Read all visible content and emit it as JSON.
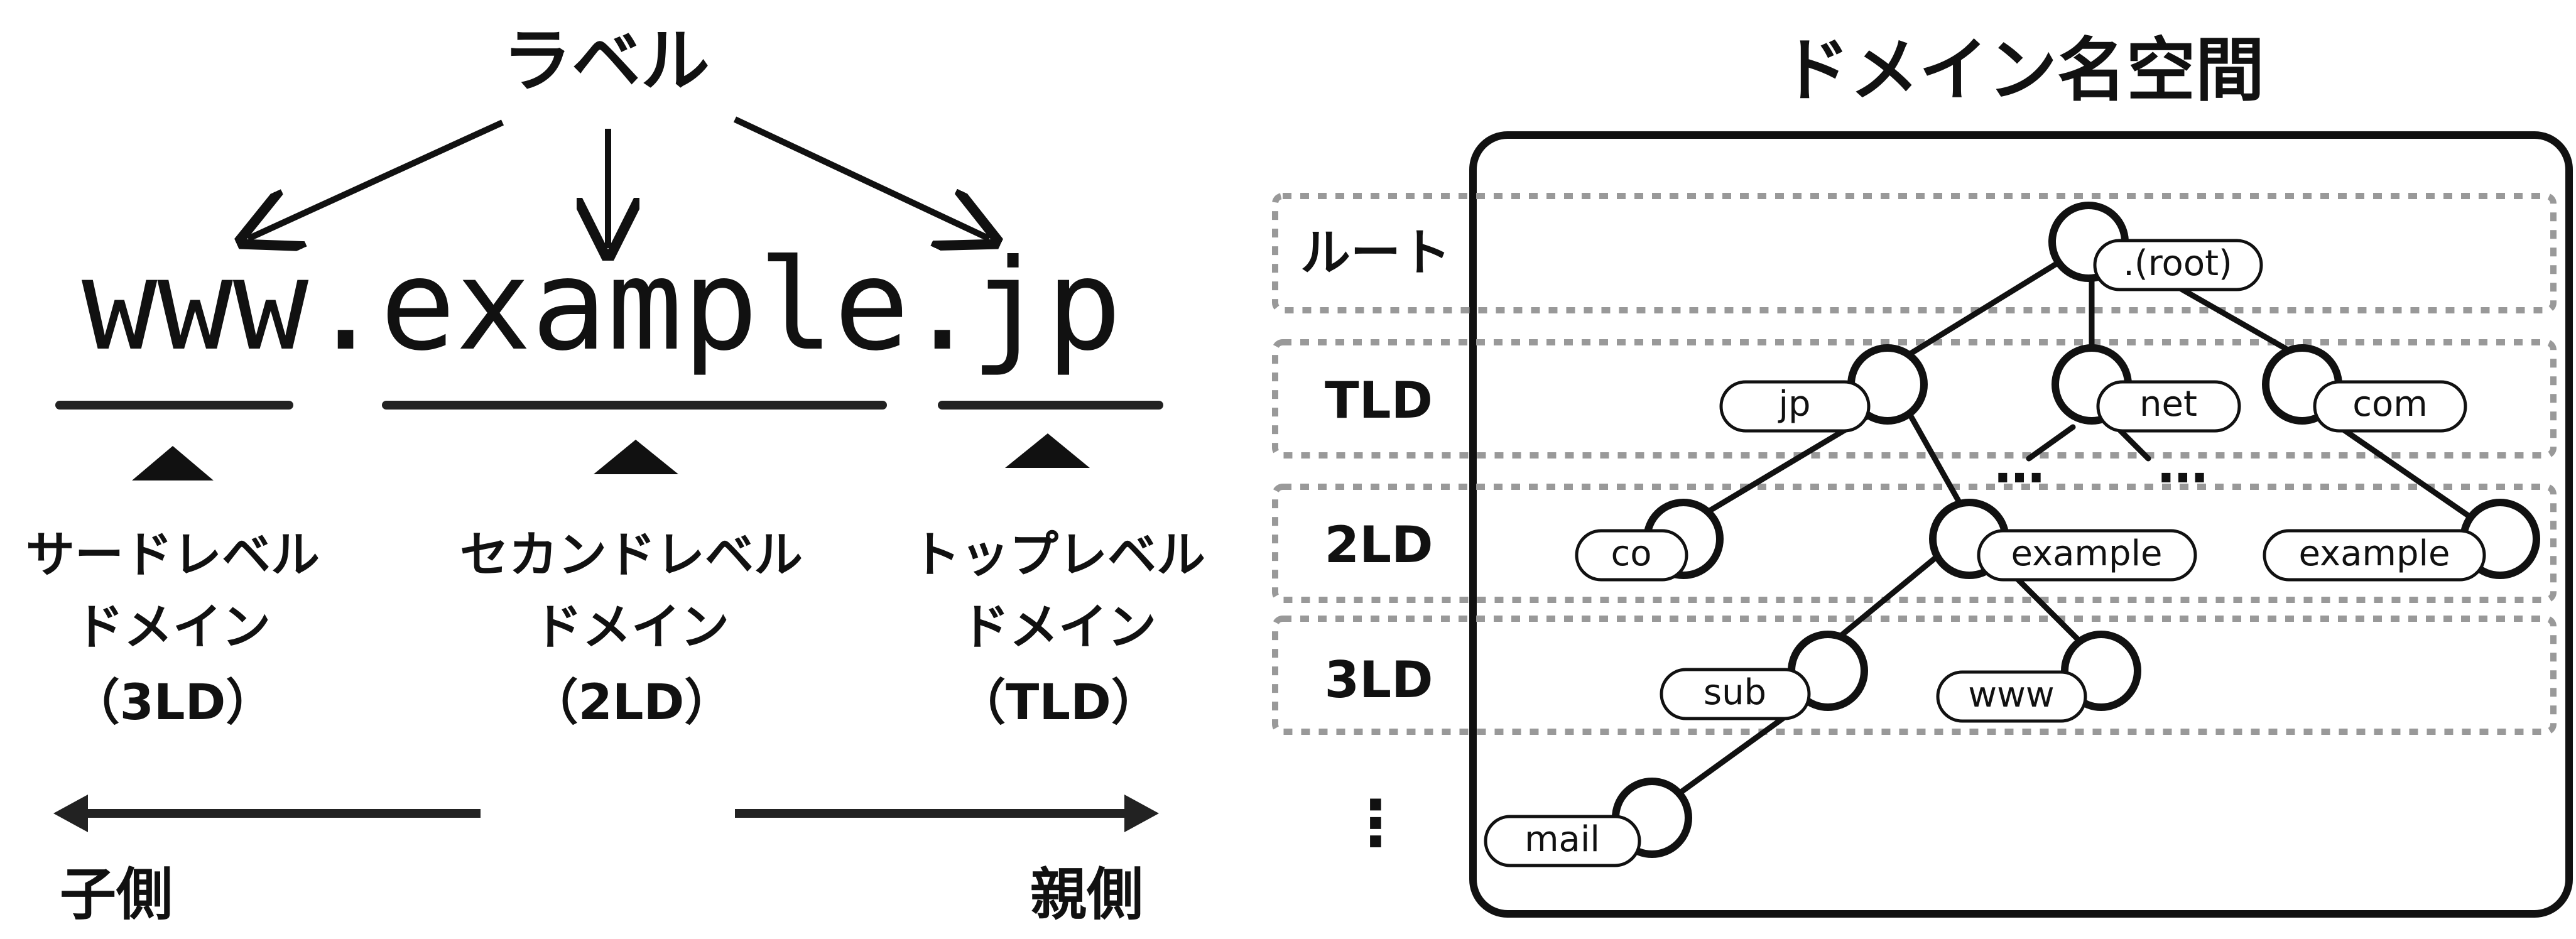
{
  "left": {
    "title": "ラベル",
    "domain": {
      "part3": "www",
      "dot1": ".",
      "part2": "example",
      "dot2": ".",
      "part1": "jp"
    },
    "levels": [
      {
        "line1": "サードレベル",
        "line2": "ドメイン",
        "line3": "（3LD）"
      },
      {
        "line1": "セカンドレベル",
        "line2": "ドメイン",
        "line3": "（2LD）"
      },
      {
        "line1": "トップレベル",
        "line2": "ドメイン",
        "line3": "（TLD）"
      }
    ],
    "child_side": "子側",
    "parent_side": "親側"
  },
  "right": {
    "title": "ドメイン名空間",
    "tiers": [
      "ルート",
      "TLD",
      "2LD",
      "3LD"
    ],
    "more_dots": "⋮",
    "nodes": {
      "root": ".(root)",
      "jp": "jp",
      "net": "net",
      "com": "com",
      "co": "co",
      "example_jp": "example",
      "example_com": "example",
      "sub": "sub",
      "www": "www",
      "mail": "mail"
    },
    "ellipsis_1": "…",
    "ellipsis_2": "…"
  }
}
